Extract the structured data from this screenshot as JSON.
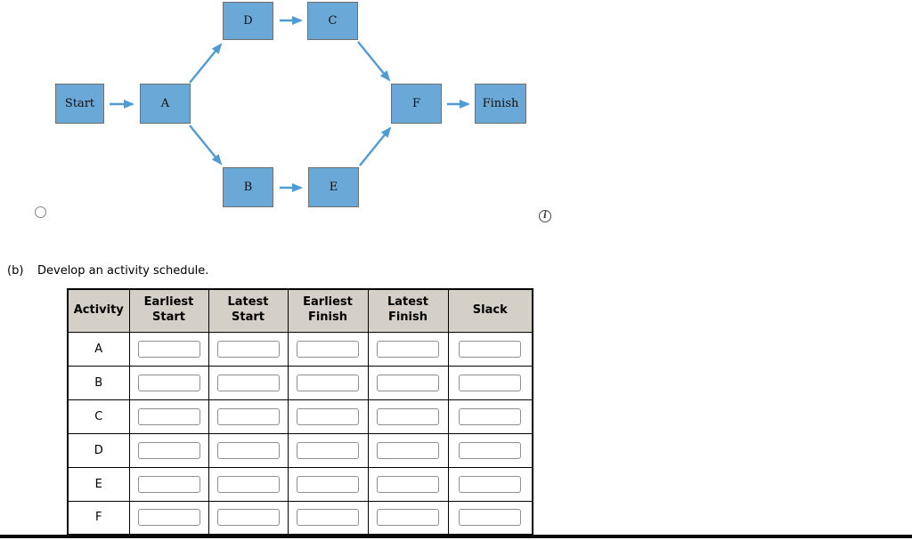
{
  "diagram": {
    "node_fill": "#69a8d7",
    "node_border": "#6f6f6f",
    "arrow_color": "#4f9cd4",
    "nodes": {
      "start": "Start",
      "a": "A",
      "b": "B",
      "c": "C",
      "d": "D",
      "e": "E",
      "f": "F",
      "finish": "Finish"
    },
    "edges": [
      {
        "from": "Start",
        "to": "A"
      },
      {
        "from": "A",
        "to": "D"
      },
      {
        "from": "A",
        "to": "B"
      },
      {
        "from": "D",
        "to": "C"
      },
      {
        "from": "B",
        "to": "E"
      },
      {
        "from": "C",
        "to": "F"
      },
      {
        "from": "E",
        "to": "F"
      },
      {
        "from": "F",
        "to": "Finish"
      }
    ]
  },
  "controls": {
    "radio": "unselected",
    "info_icon": "i"
  },
  "part_b": {
    "label": "(b)",
    "text": "Develop an activity schedule."
  },
  "table": {
    "headers": [
      "Activity",
      "Earliest Start",
      "Latest Start",
      "Earliest Finish",
      "Latest Finish",
      "Slack"
    ],
    "header_bg": "#d4d0c8",
    "rows": [
      {
        "activity": "A",
        "earliest_start": "",
        "latest_start": "",
        "earliest_finish": "",
        "latest_finish": "",
        "slack": ""
      },
      {
        "activity": "B",
        "earliest_start": "",
        "latest_start": "",
        "earliest_finish": "",
        "latest_finish": "",
        "slack": ""
      },
      {
        "activity": "C",
        "earliest_start": "",
        "latest_start": "",
        "earliest_finish": "",
        "latest_finish": "",
        "slack": ""
      },
      {
        "activity": "D",
        "earliest_start": "",
        "latest_start": "",
        "earliest_finish": "",
        "latest_finish": "",
        "slack": ""
      },
      {
        "activity": "E",
        "earliest_start": "",
        "latest_start": "",
        "earliest_finish": "",
        "latest_finish": "",
        "slack": ""
      },
      {
        "activity": "F",
        "earliest_start": "",
        "latest_start": "",
        "earliest_finish": "",
        "latest_finish": "",
        "slack": ""
      }
    ]
  }
}
